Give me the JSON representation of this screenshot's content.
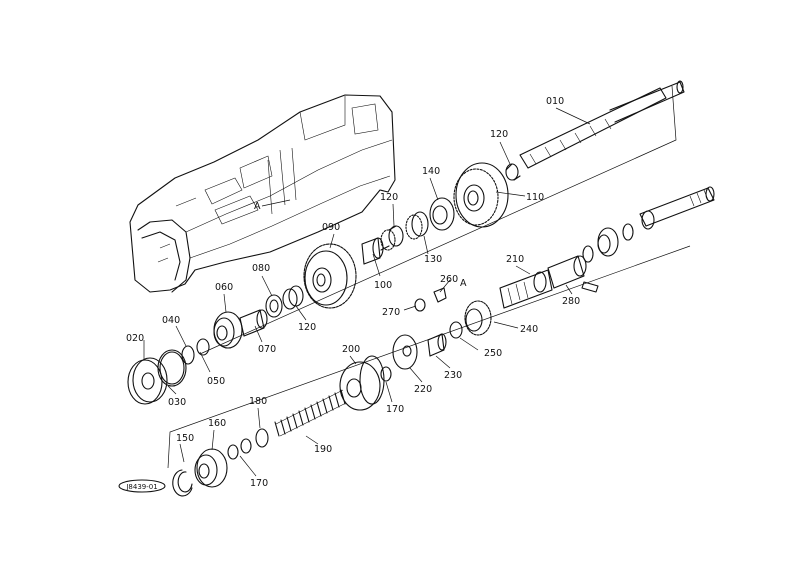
{
  "diagram": {
    "drawing_id": "J8439-01",
    "section_marks": [
      "A",
      "A"
    ],
    "parts": [
      {
        "id": "p010",
        "label": "010"
      },
      {
        "id": "p020",
        "label": "020"
      },
      {
        "id": "p030",
        "label": "030"
      },
      {
        "id": "p040",
        "label": "040"
      },
      {
        "id": "p050",
        "label": "050"
      },
      {
        "id": "p060",
        "label": "060"
      },
      {
        "id": "p070",
        "label": "070"
      },
      {
        "id": "p080",
        "label": "080"
      },
      {
        "id": "p090",
        "label": "090"
      },
      {
        "id": "p100",
        "label": "100"
      },
      {
        "id": "p110",
        "label": "110"
      },
      {
        "id": "p120a",
        "label": "120"
      },
      {
        "id": "p120b",
        "label": "120"
      },
      {
        "id": "p120c",
        "label": "120"
      },
      {
        "id": "p130",
        "label": "130"
      },
      {
        "id": "p140",
        "label": "140"
      },
      {
        "id": "p150",
        "label": "150"
      },
      {
        "id": "p160",
        "label": "160"
      },
      {
        "id": "p170a",
        "label": "170"
      },
      {
        "id": "p170b",
        "label": "170"
      },
      {
        "id": "p180",
        "label": "180"
      },
      {
        "id": "p190",
        "label": "190"
      },
      {
        "id": "p200",
        "label": "200"
      },
      {
        "id": "p210",
        "label": "210"
      },
      {
        "id": "p220",
        "label": "220"
      },
      {
        "id": "p230",
        "label": "230"
      },
      {
        "id": "p240",
        "label": "240"
      },
      {
        "id": "p250",
        "label": "250"
      },
      {
        "id": "p260",
        "label": "260"
      },
      {
        "id": "p270",
        "label": "270"
      },
      {
        "id": "p280",
        "label": "280"
      }
    ]
  }
}
